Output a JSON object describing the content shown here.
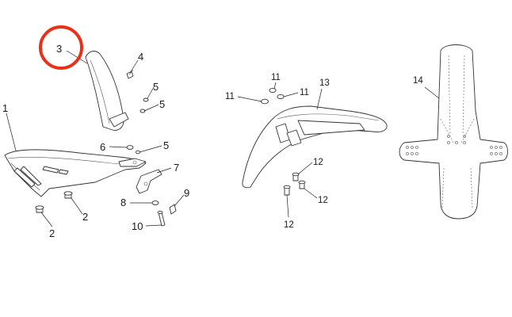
{
  "highlight_color": "#e8301a",
  "highlighted_callout": "3",
  "callouts": {
    "c1": "1",
    "c2a": "2",
    "c2b": "2",
    "c3": "3",
    "c4": "4",
    "c5a": "5",
    "c5b": "5",
    "c5c": "5",
    "c6": "6",
    "c7": "7",
    "c8": "8",
    "c9": "9",
    "c10": "10",
    "c11a": "11",
    "c11b": "11",
    "c11c": "11",
    "c12a": "12",
    "c12b": "12",
    "c12c": "12",
    "c13": "13",
    "c14": "14"
  }
}
